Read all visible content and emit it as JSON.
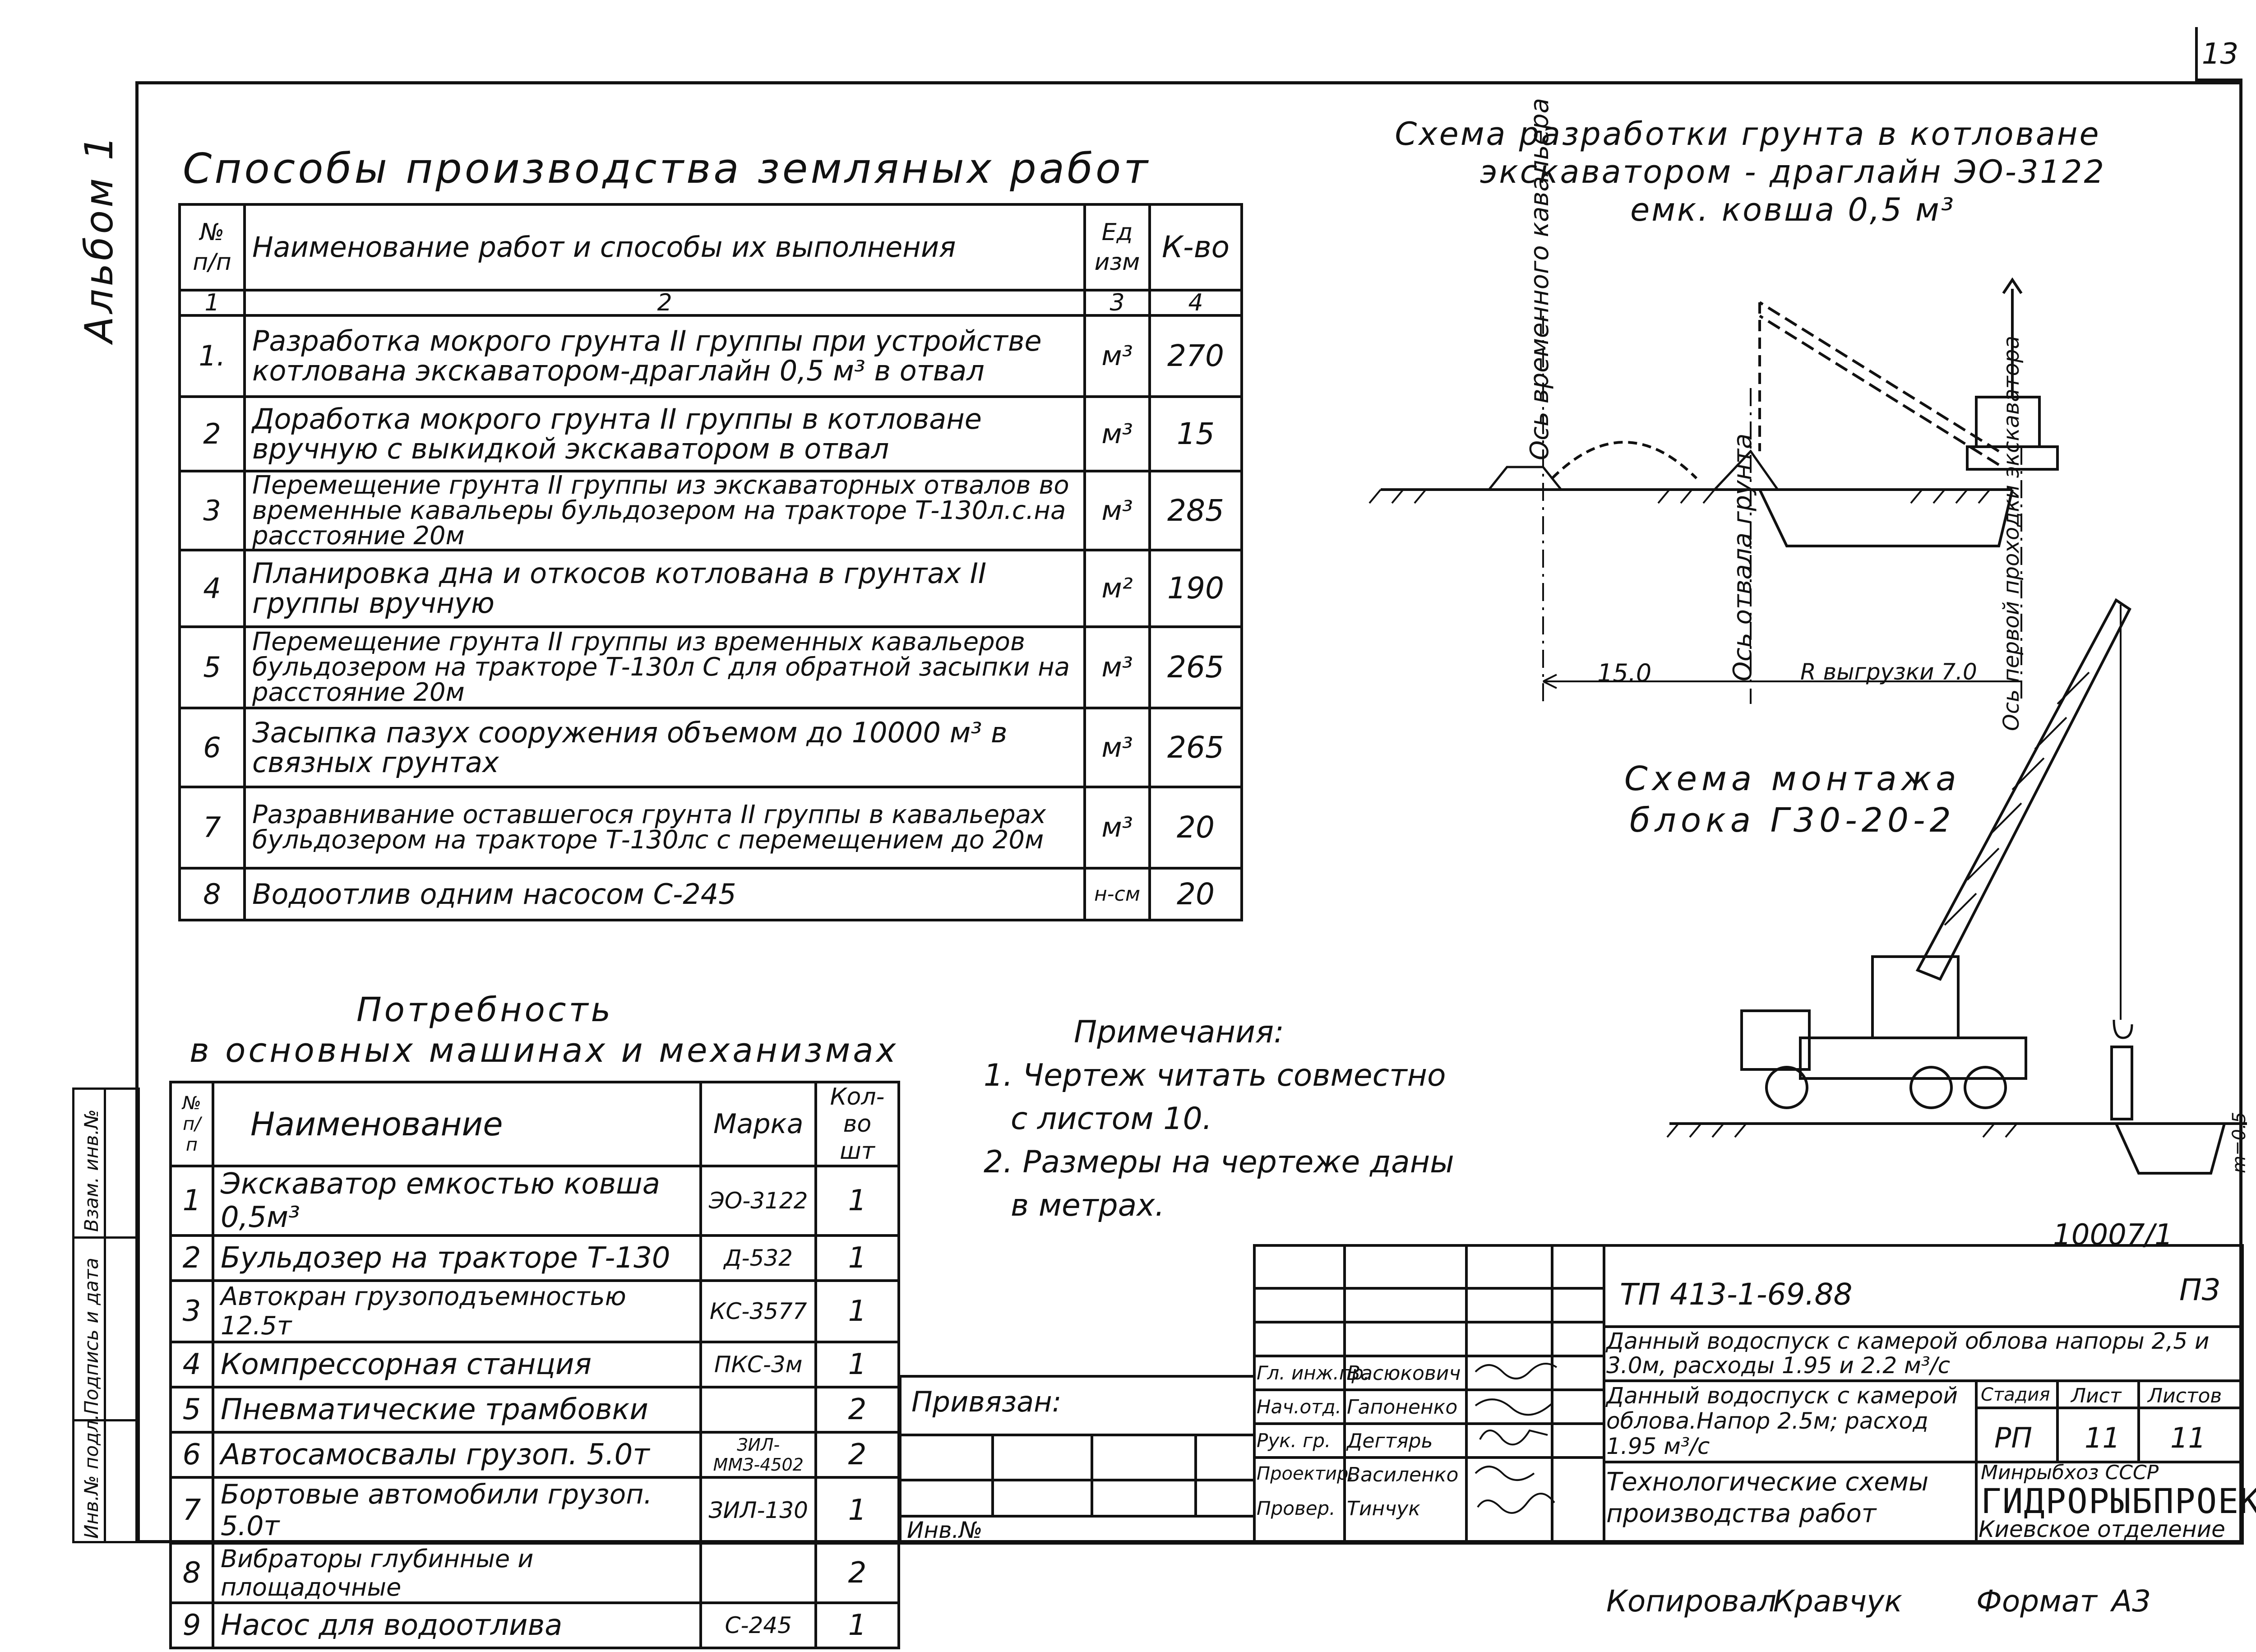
{
  "sheet_number": "13",
  "album_label": "Альбом 1",
  "side_stamp": [
    "Инв.№ подл.",
    "Подпись и дата",
    "Взам. инв.№"
  ],
  "works_table": {
    "title": "Способы производства земляных работ",
    "headers": [
      "№ п/п",
      "Наименование работ и способы их выполнения",
      "Ед изм",
      "К-во"
    ],
    "header_numbers": [
      "1",
      "2",
      "3",
      "4"
    ],
    "rows": [
      {
        "n": "1.",
        "name": "Разработка мокрого грунта II группы при устройстве котлована экскаватором-драглайн 0,5 м³ в отвал",
        "unit": "м³",
        "qty": "270"
      },
      {
        "n": "2",
        "name": "Доработка мокрого грунта II группы в котловане вручную с выкидкой экскаватором в отвал",
        "unit": "м³",
        "qty": "15"
      },
      {
        "n": "3",
        "name": "Перемещение грунта II группы из экскаваторных отвалов во временные кавальеры бульдозером на тракторе Т-130л.с.на расстояние 20м",
        "unit": "м³",
        "qty": "285"
      },
      {
        "n": "4",
        "name": "Планировка дна и откосов котлована в грунтах II группы вручную",
        "unit": "м²",
        "qty": "190"
      },
      {
        "n": "5",
        "name": "Перемещение грунта II группы из временных кавальеров бульдозером на тракторе Т-130л С для обратной засыпки на расстояние 20м",
        "unit": "м³",
        "qty": "265"
      },
      {
        "n": "6",
        "name": "Засыпка пазух сооружения объемом до 10000 м³ в связных грунтах",
        "unit": "м³",
        "qty": "265"
      },
      {
        "n": "7",
        "name": "Разравнивание оставшегося грунта II группы в кавальерах бульдозером на тракторе Т-130лс с перемещением до 20м",
        "unit": "м³",
        "qty": "20"
      },
      {
        "n": "8",
        "name": "Водоотлив одним насосом С-245",
        "unit": "н-см",
        "qty": "20"
      }
    ]
  },
  "machines_table": {
    "title_line1": "Потребность",
    "title_line2": "в основных машинах и механизмах",
    "headers": [
      "№ п/п",
      "Наименование",
      "Марка",
      "Кол-во шт"
    ],
    "rows": [
      {
        "n": "1",
        "name": "Экскаватор емкостью ковша 0,5м³",
        "mark": "ЭО-3122",
        "cnt": "1"
      },
      {
        "n": "2",
        "name": "Бульдозер на тракторе Т-130",
        "mark": "Д-532",
        "cnt": "1"
      },
      {
        "n": "3",
        "name": "Автокран грузоподъемностью 12.5т",
        "mark": "КС-3577",
        "cnt": "1"
      },
      {
        "n": "4",
        "name": "Компрессорная станция",
        "mark": "ПКС-3м",
        "cnt": "1"
      },
      {
        "n": "5",
        "name": "Пневматические трамбовки",
        "mark": "",
        "cnt": "2"
      },
      {
        "n": "6",
        "name": "Автосамосвалы грузоп. 5.0т",
        "mark": "ЗИЛ-ММЗ-4502",
        "cnt": "2"
      },
      {
        "n": "7",
        "name": "Бортовые автомобили грузоп. 5.0т",
        "mark": "ЗИЛ-130",
        "cnt": "1"
      },
      {
        "n": "8",
        "name": "Вибраторы глубинные и площадочные",
        "mark": "",
        "cnt": "2"
      },
      {
        "n": "9",
        "name": "Насос для водоотлива",
        "mark": "С-245",
        "cnt": "1"
      }
    ]
  },
  "notes": {
    "title": "Примечания:",
    "items": [
      "1. Чертеж читать совместно",
      "с листом 10.",
      "2. Размеры на чертеже даны",
      "в метрах."
    ]
  },
  "scheme1": {
    "title_lines": [
      "Схема разработки грунта в котловане",
      "экскаватором - драглайн ЭО-3122",
      "емк. ковша 0,5 м³"
    ],
    "labels": {
      "axis_cavalier": "Ось временного кавальера",
      "axis_dump": "Ось отвала грунта",
      "axis_pass": "Ось первой проходки экскаватора",
      "dim_15": "15.0",
      "radius": "R выгрузки 7.0"
    }
  },
  "scheme2": {
    "title_lines": [
      "Схема монтажа",
      "блока Г30-20-2"
    ],
    "slope": "m=0.5"
  },
  "drawing_number": "10007/1",
  "privyazan": "Привязан:",
  "inv_no": "Инв.№",
  "title_block": {
    "code": "ТП 413-1-69.88",
    "sheet_mark": "П3",
    "object": "Данный водоспуск с камерой облова напоры 2,5 и 3.0м, расходы 1.95 и 2.2 м³/с",
    "part": "Данный водоспуск с камерой облова.Напор 2.5м; расход 1.95 м³/с",
    "sheet_title": "Технологические схемы производства работ",
    "stage_label": "Стадия",
    "sheet_label": "Лист",
    "sheets_label": "Листов",
    "stage": "РП",
    "sheet": "11",
    "sheets": "11",
    "org_line1": "Минрыбхоз СССР",
    "org_line2": "ГИДРОРЫБПРОЕКТ",
    "org_line3": "Киевское отделение",
    "roles": [
      {
        "role": "Гл. инж.пр.",
        "name": "Васюкович"
      },
      {
        "role": "Нач.отд.",
        "name": "Гапоненко"
      },
      {
        "role": "Рук. гр.",
        "name": "Дегтярь"
      },
      {
        "role": "Проектир.",
        "name": "Василенко"
      },
      {
        "role": "Провер.",
        "name": "Тинчук"
      }
    ]
  },
  "footer": {
    "copied": "Копировал",
    "copier": "Кравчук",
    "format_label": "Формат",
    "format": "А3"
  }
}
